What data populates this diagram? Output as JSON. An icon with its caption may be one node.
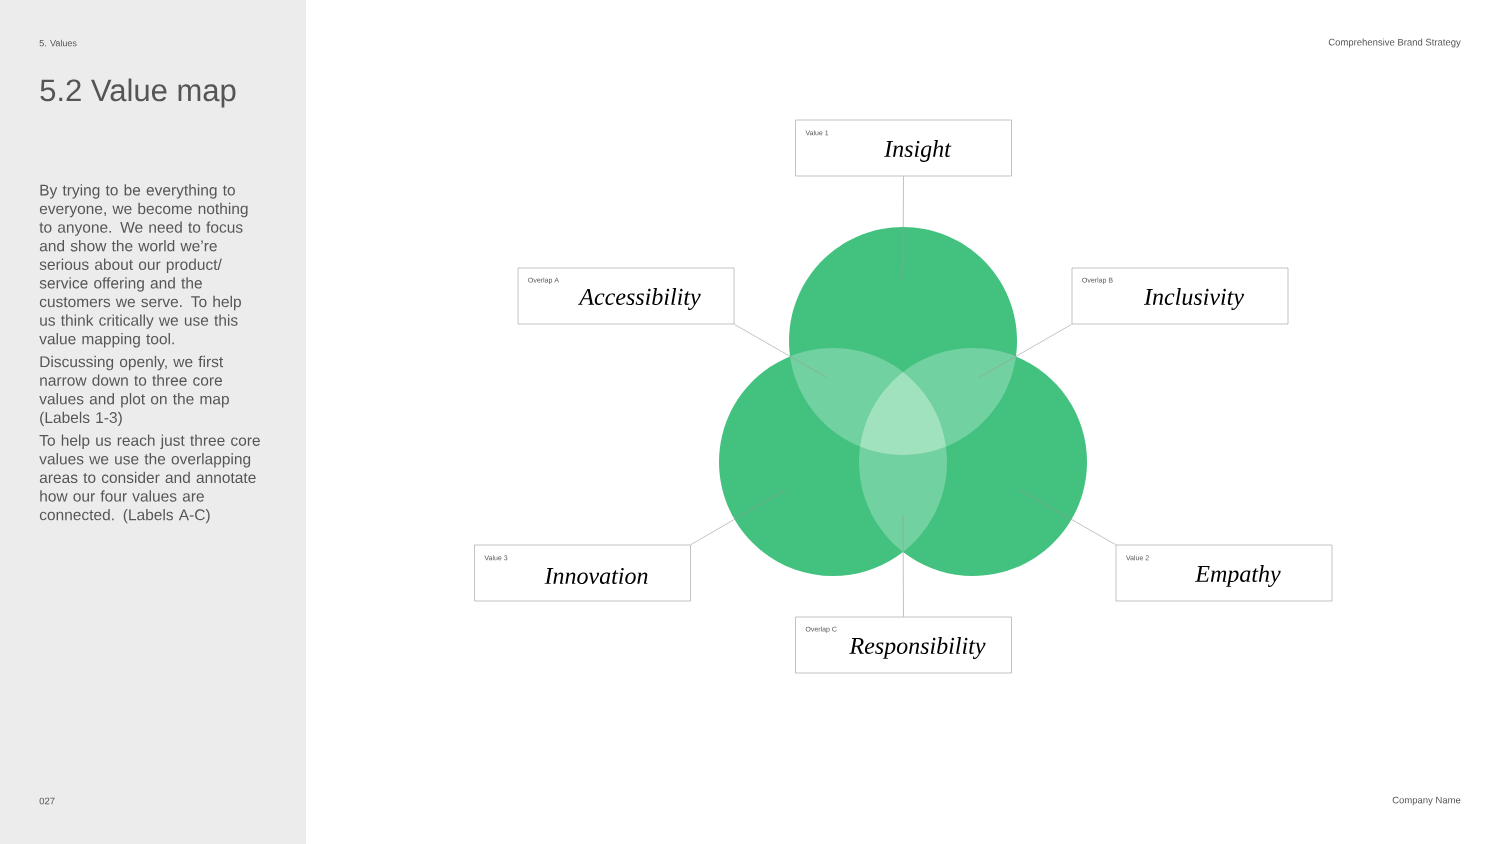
{
  "diagram": {
    "title": "5.2 Value map",
    "nodes": [
      {
        "text": [
          "Value 1",
          "Insight"
        ]
      },
      {
        "text": [
          "Overlap A",
          "Accessibility"
        ]
      },
      {
        "text": [
          "Overlap B",
          "Inclusivity"
        ]
      },
      {
        "text": [],
        "shape": "circle"
      },
      {
        "text": [],
        "shape": "circle"
      },
      {
        "text": [],
        "shape": "circle"
      },
      {
        "text": [
          "Value 3",
          "Innovation"
        ]
      },
      {
        "text": [
          "Value 2",
          "Empathy"
        ]
      },
      {
        "text": [
          "Overlap C",
          "Responsibility"
        ]
      }
    ],
    "edges": [
      {
        "from": 0,
        "to": 3,
        "arrow": "none"
      },
      {
        "from": 1,
        "to": 4,
        "arrow": "none"
      },
      {
        "from": 2,
        "to": 5,
        "arrow": "none"
      },
      {
        "from": 6,
        "to": 4,
        "arrow": "none"
      },
      {
        "from": 7,
        "to": 5,
        "arrow": "none"
      },
      {
        "from": 8,
        "to": 4,
        "arrow": "none"
      }
    ],
    "labels": [
      "5. Values",
      "Comprehensive Brand Strategy",
      "By trying to be everything to everyone, we become nothing to anyone. We need to focus and show the world we’re serious about our product/ service offering and the customers we serve. To help us think critically we use this value mapping tool.",
      "Discussing openly, we first narrow down to three core values and plot on the map (Labels 1-3)",
      "To help us reach just three core values we use the overlapping areas to consider and annotate how our four values are connected. (Labels A-C)",
      "027",
      "Company Name"
    ]
  }
}
